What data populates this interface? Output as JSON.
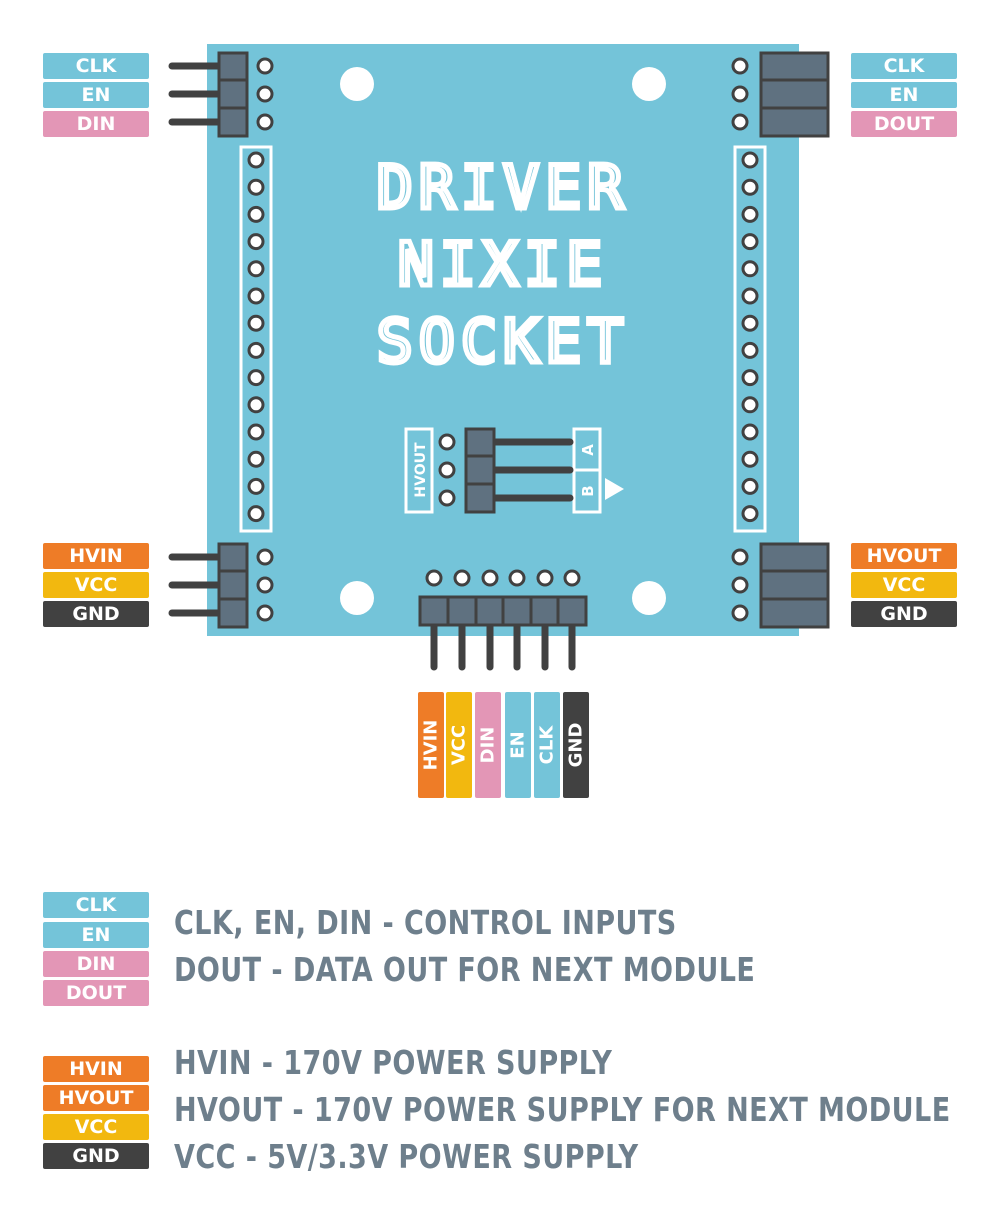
{
  "colors": {
    "board": "#74c4d9",
    "clk_en": "#74c4d9",
    "data": "#e396b6",
    "hv": "#ee7c27",
    "vcc": "#f2b80f",
    "gnd": "#414141",
    "header": "#5f7180",
    "text": "#6e7f8c"
  },
  "board": {
    "title_lines": [
      "DRIVER",
      "NIXIE",
      "SOCKET"
    ],
    "hvout_label": "HVOUT",
    "a_label": "A",
    "b_label": "B"
  },
  "labels": {
    "top_left": [
      "CLK",
      "EN",
      "DIN"
    ],
    "top_right": [
      "CLK",
      "EN",
      "DOUT"
    ],
    "bottom_left": [
      "HVIN",
      "VCC",
      "GND"
    ],
    "bottom_right": [
      "HVOUT",
      "VCC",
      "GND"
    ],
    "bottom_pins": [
      "HVIN",
      "VCC",
      "DIN",
      "EN",
      "CLK",
      "GND"
    ]
  },
  "legend": {
    "group1_badges": [
      "CLK",
      "EN",
      "DIN",
      "DOUT"
    ],
    "group1_lines": [
      "CLK, EN, DIN - CONTROL INPUTS",
      "DOUT - DATA OUT FOR NEXT MODULE"
    ],
    "group2_badges": [
      "HVIN",
      "HVOUT",
      "VCC",
      "GND"
    ],
    "group2_lines": [
      "HVIN - 170V POWER SUPPLY",
      "HVOUT - 170V POWER SUPPLY FOR NEXT MODULE",
      "VCC - 5V/3.3V POWER SUPPLY"
    ]
  }
}
